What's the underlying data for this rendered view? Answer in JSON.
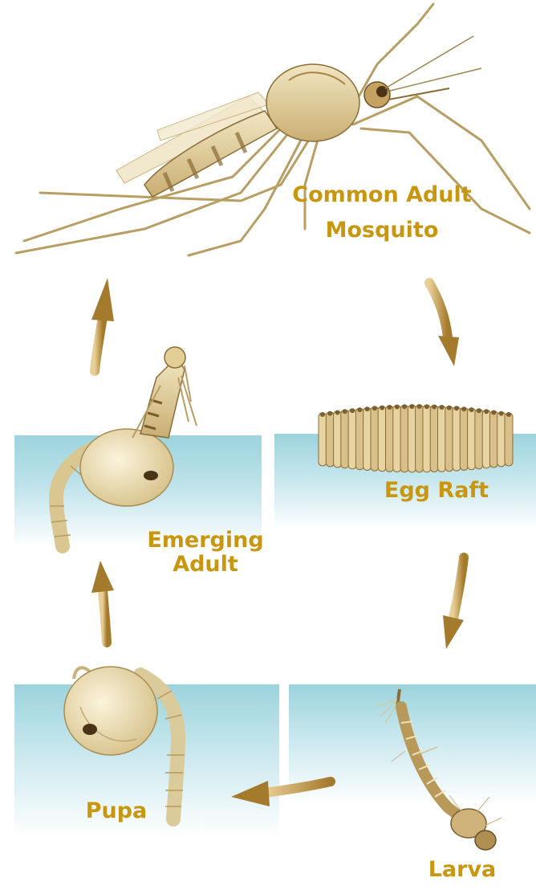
{
  "diagram": {
    "stages": {
      "adult": {
        "line1": "Common Adult",
        "line2": "Mosquito"
      },
      "egg_raft": {
        "label": "Egg Raft"
      },
      "larva": {
        "label": "Larva"
      },
      "pupa": {
        "label": "Pupa"
      },
      "emerging_adult": {
        "line1": "Emerging",
        "line2": "Adult"
      }
    },
    "colors": {
      "label": "#c8960f",
      "water": "#9cd3dd",
      "water_light": "#e6f5f7",
      "arrow": "#b38a3a",
      "arrow_light": "#e8cf96",
      "body": "#e6d7a6",
      "body_dark": "#8a6c35",
      "leg": "#b89e63"
    }
  }
}
